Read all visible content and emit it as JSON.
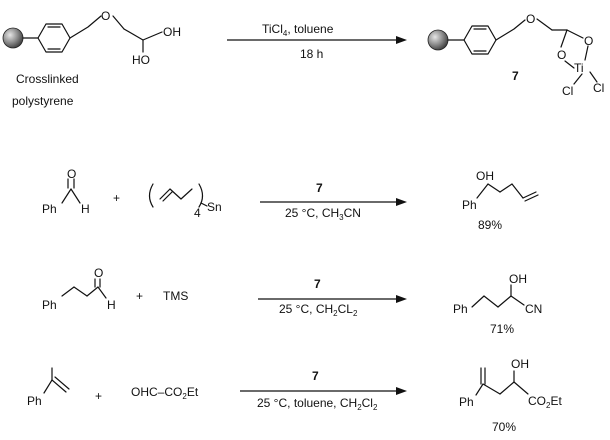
{
  "support": {
    "line1": "Crosslinked",
    "line2": "polystyrene"
  },
  "atoms": {
    "O": "O",
    "OH": "OH",
    "HO": "HO",
    "Ti": "Ti",
    "Cl": "Cl",
    "H": "H",
    "Ph": "Ph",
    "Sn": "Sn",
    "CN": "CN",
    "four": "4"
  },
  "reaction_1": {
    "reagent": "TiCl",
    "reagent_sub": "4",
    "reagent_rest": ", toluene",
    "time": "18 h",
    "product_number": "7"
  },
  "reaction_2": {
    "plus": "+",
    "catalyst": "7",
    "conditions": "25 °C, CH",
    "conditions_sub": "3",
    "conditions_rest": "CN",
    "yield": "89%"
  },
  "reaction_3": {
    "plus": "+",
    "reagent": "TMS",
    "catalyst": "7",
    "conditions": "25 °C, CH",
    "conditions_sub1": "2",
    "conditions_mid": "CL",
    "conditions_sub2": "2",
    "yield": "71%"
  },
  "reaction_4": {
    "plus": "+",
    "reagent": "OHC",
    "reagent_dash": "–",
    "reagent_co": "CO",
    "reagent_sub": "2",
    "reagent_et": "Et",
    "catalyst": "7",
    "conditions": "25 °C, toluene, CH",
    "conditions_sub1": "2",
    "conditions_mid": "Cl",
    "conditions_sub2": "2",
    "product_co": "CO",
    "product_sub": "2",
    "product_et": "Et",
    "yield": "70%"
  }
}
